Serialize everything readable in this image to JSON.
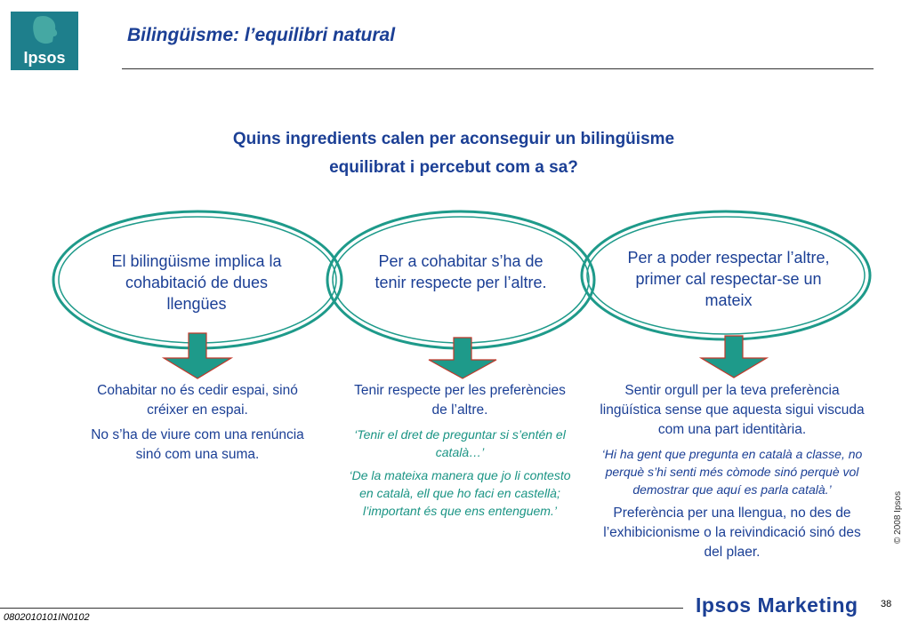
{
  "header": {
    "logo_text": "Ipsos",
    "title": "Bilingüisme: l’equilibri natural"
  },
  "question": {
    "line1": "Quins ingredients calen per aconseguir un bilingüisme",
    "line2": "equilibrat i percebut com a sa?"
  },
  "ellipses": [
    {
      "text": "El bilingüisme implica la cohabitació de dues llengües"
    },
    {
      "text": "Per a cohabitar s’ha de tenir respecte per l’altre."
    },
    {
      "text": "Per a poder respectar l’altre, primer cal respectar-se un mateix"
    }
  ],
  "columns": [
    {
      "p1": "Cohabitar no és cedir espai, sinó créixer en espai.",
      "p2": "No s’ha de viure com una renúncia sinó com una suma."
    },
    {
      "p1": "Tenir respecte per les preferències de l’altre.",
      "q1": "‘Tenir el dret de preguntar si s’entén el català…’",
      "q2": "‘De la mateixa manera que jo li contesto en català, ell que ho faci en castellà; l’important és que ens entenguem.’"
    },
    {
      "p1": "Sentir orgull per la teva preferència lingüística sense que aquesta sigui viscuda com una part identitària.",
      "q1": "‘Hi ha gent que pregunta en català a classe, no perquè s’hi senti més còmode sinó perquè vol demostrar que aquí es parla català.’",
      "p2": "Preferència per una llengua, no des de l’exhibicionisme o la reivindicació sinó des del plaer."
    }
  ],
  "footer": {
    "copyright": "© 2008 Ipsos",
    "page_number": "38",
    "code": "0802010101IN0102",
    "brand": "Ipsos Marketing"
  },
  "colors": {
    "teal": "#1e9a8a",
    "navy": "#1b3f95",
    "arrow_outline": "#c0392b"
  }
}
